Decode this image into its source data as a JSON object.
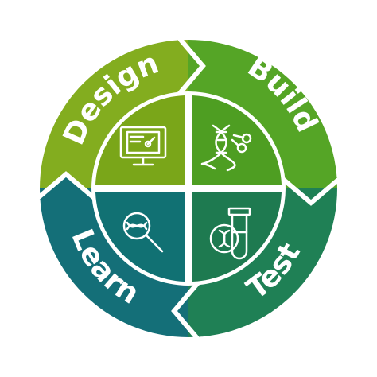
{
  "phases": [
    {
      "label": "Design",
      "color": "#83ad1f",
      "icon": "computer-monitor-icon"
    },
    {
      "label": "Build",
      "color": "#55a526",
      "icon": "dna-scissors-icon"
    },
    {
      "label": "Test",
      "color": "#1f8055",
      "icon": "test-tube-dna-icon"
    },
    {
      "label": "Learn",
      "color": "#146f78",
      "icon": "magnifier-dna-icon"
    }
  ],
  "palette": {
    "design_inner": "#7aa619",
    "build_inner": "#4e9e22",
    "test_inner": "#1e7a50",
    "learn_inner": "#117173",
    "divider": "#ffffff",
    "background": "#ffffff"
  }
}
